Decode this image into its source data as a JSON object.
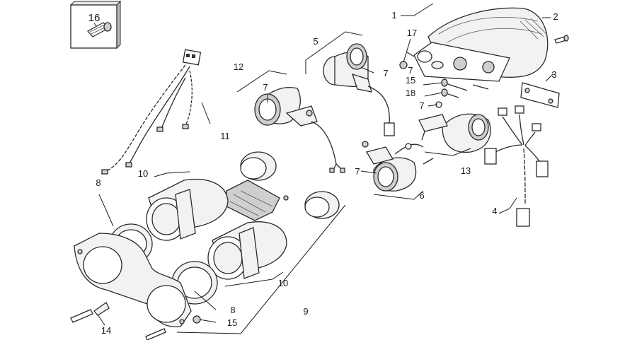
{
  "inset": {
    "label": "16"
  },
  "callouts": {
    "c1": "1",
    "c2": "2",
    "c3": "3",
    "c4": "4",
    "c5": "5",
    "c6": "6",
    "c7a": "7",
    "c7b": "7",
    "c7c": "7",
    "c7d": "7",
    "c7e": "7",
    "c8a": "8",
    "c8b": "8",
    "c9": "9",
    "c10a": "10",
    "c10b": "10",
    "c11": "11",
    "c12": "12",
    "c13": "13",
    "c14": "14",
    "c15a": "15",
    "c15b": "15",
    "c17": "17",
    "c18": "18"
  },
  "icons": {
    "inset_part": "screw-icon"
  }
}
